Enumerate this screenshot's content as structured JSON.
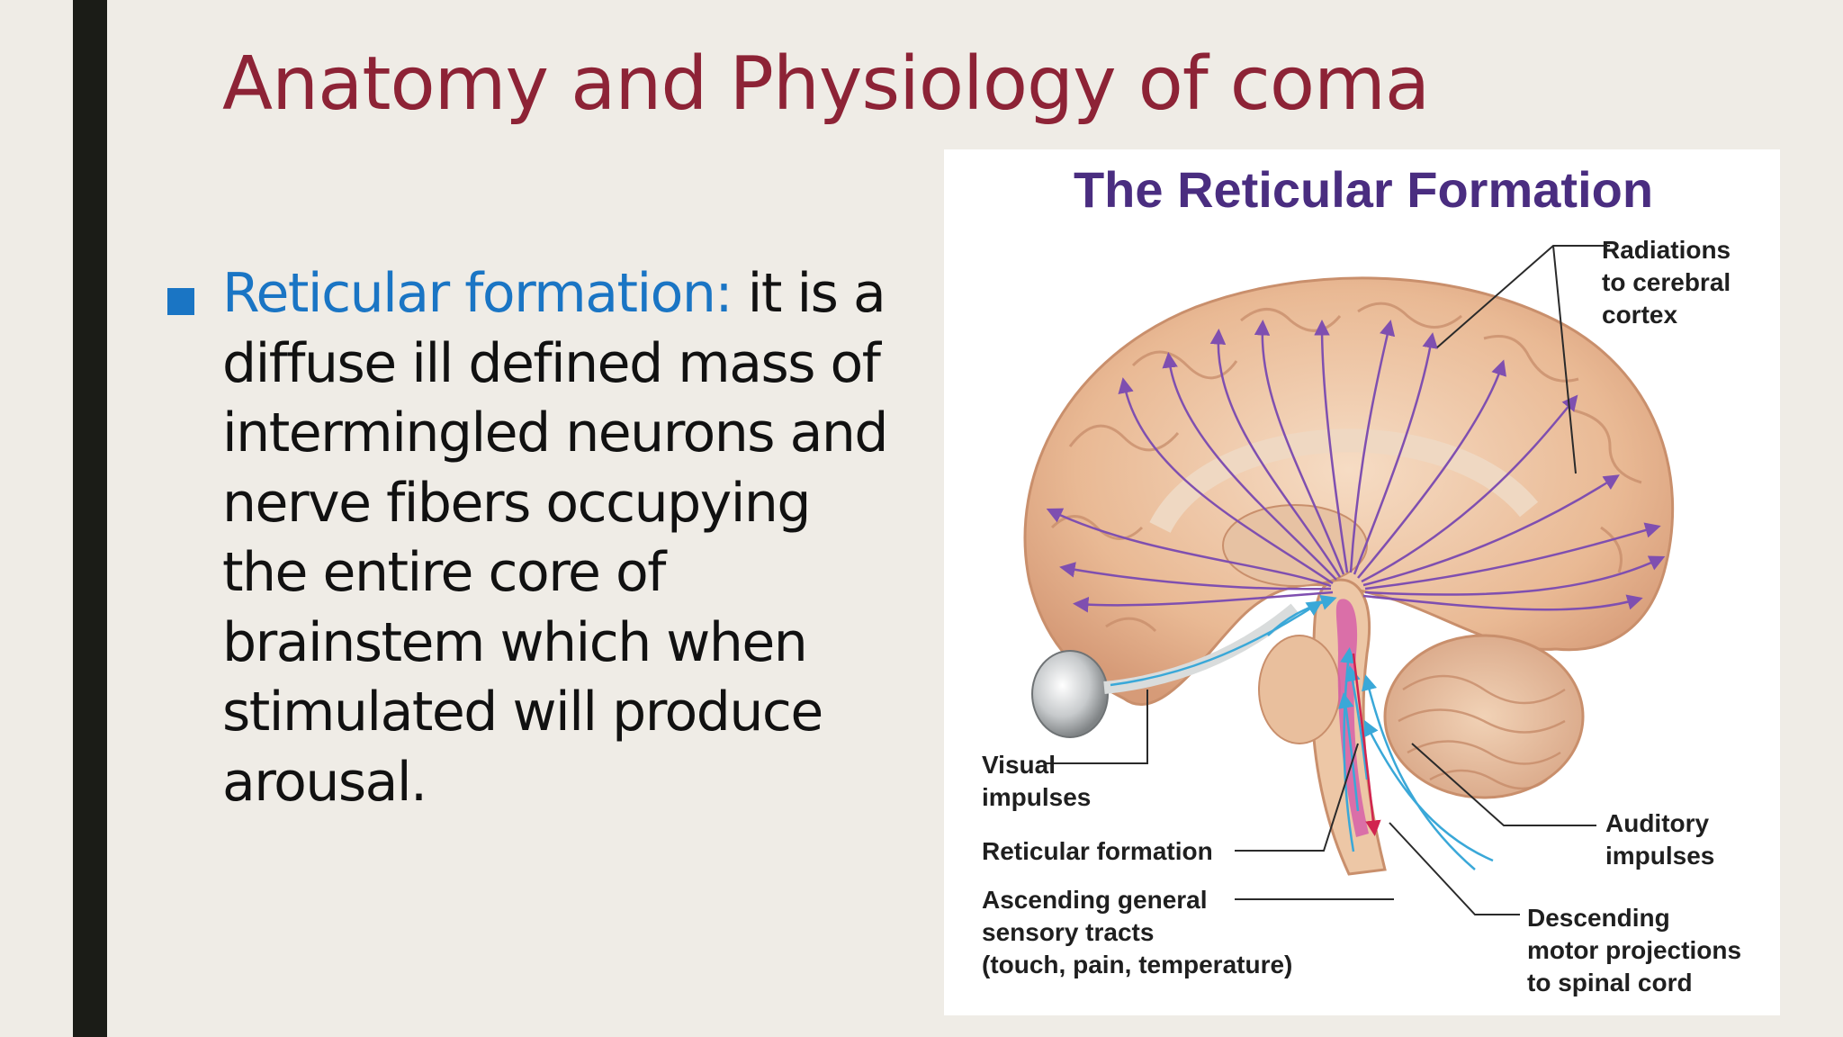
{
  "slide": {
    "title": "Anatomy and Physiology of coma"
  },
  "bullet": {
    "term": "Reticular formation:",
    "text": " it is  a diffuse ill defined mass of intermingled neurons and nerve fibers occupying the entire core of brainstem which when stimulated will produce arousal."
  },
  "figure": {
    "title": "The Reticular Formation",
    "labels": {
      "radiations": [
        "Radiations",
        "to cerebral",
        "cortex"
      ],
      "visual": [
        "Visual",
        "impulses"
      ],
      "reticular": [
        "Reticular formation"
      ],
      "ascending": [
        "Ascending general",
        "sensory tracts",
        "(touch, pain, temperature)"
      ],
      "auditory": [
        "Auditory",
        "impulses"
      ],
      "descending": [
        "Descending",
        "motor projections",
        "to spinal cord"
      ]
    }
  },
  "colors": {
    "title": "#8d2336",
    "accent": "#1a75c4",
    "left_bar": "#1b1c17",
    "background": "#efece6",
    "figure_title": "#4a2d80",
    "radiation_arrows": "#7f4fb0",
    "sensory_arrows": "#3aa8d8",
    "reticular_core": "#d65fa8"
  },
  "icons": {
    "bullet": "square-bullet-icon"
  }
}
